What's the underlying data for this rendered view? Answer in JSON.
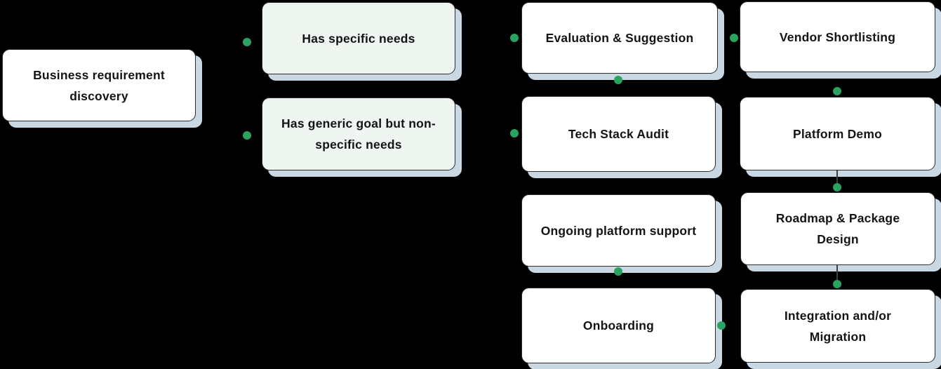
{
  "colors": {
    "background": "#000000",
    "node_fill": "#ffffff",
    "node_fill_tinted": "#eff5f1",
    "node_border": "#2b2b2b",
    "shadow": "#c9d8e3",
    "dot": "#29a35f",
    "line": "#3f3f3f",
    "text": "#141414"
  },
  "flowchart": {
    "nodes": [
      {
        "id": "business-requirement-discovery",
        "label": "Business requirement discovery"
      },
      {
        "id": "has-specific-needs",
        "label": "Has specific needs"
      },
      {
        "id": "has-generic-goal",
        "label": "Has generic goal but non-specific needs"
      },
      {
        "id": "evaluation-suggestion",
        "label": "Evaluation & Suggestion"
      },
      {
        "id": "vendor-shortlisting",
        "label": "Vendor Shortlisting"
      },
      {
        "id": "tech-stack-audit",
        "label": "Tech Stack Audit"
      },
      {
        "id": "platform-demo",
        "label": "Platform Demo"
      },
      {
        "id": "ongoing-platform-support",
        "label": "Ongoing platform support"
      },
      {
        "id": "roadmap-package-design",
        "label": "Roadmap & Package Design"
      },
      {
        "id": "onboarding",
        "label": "Onboarding"
      },
      {
        "id": "integration-migration",
        "label": "Integration and/or Migration"
      }
    ]
  }
}
